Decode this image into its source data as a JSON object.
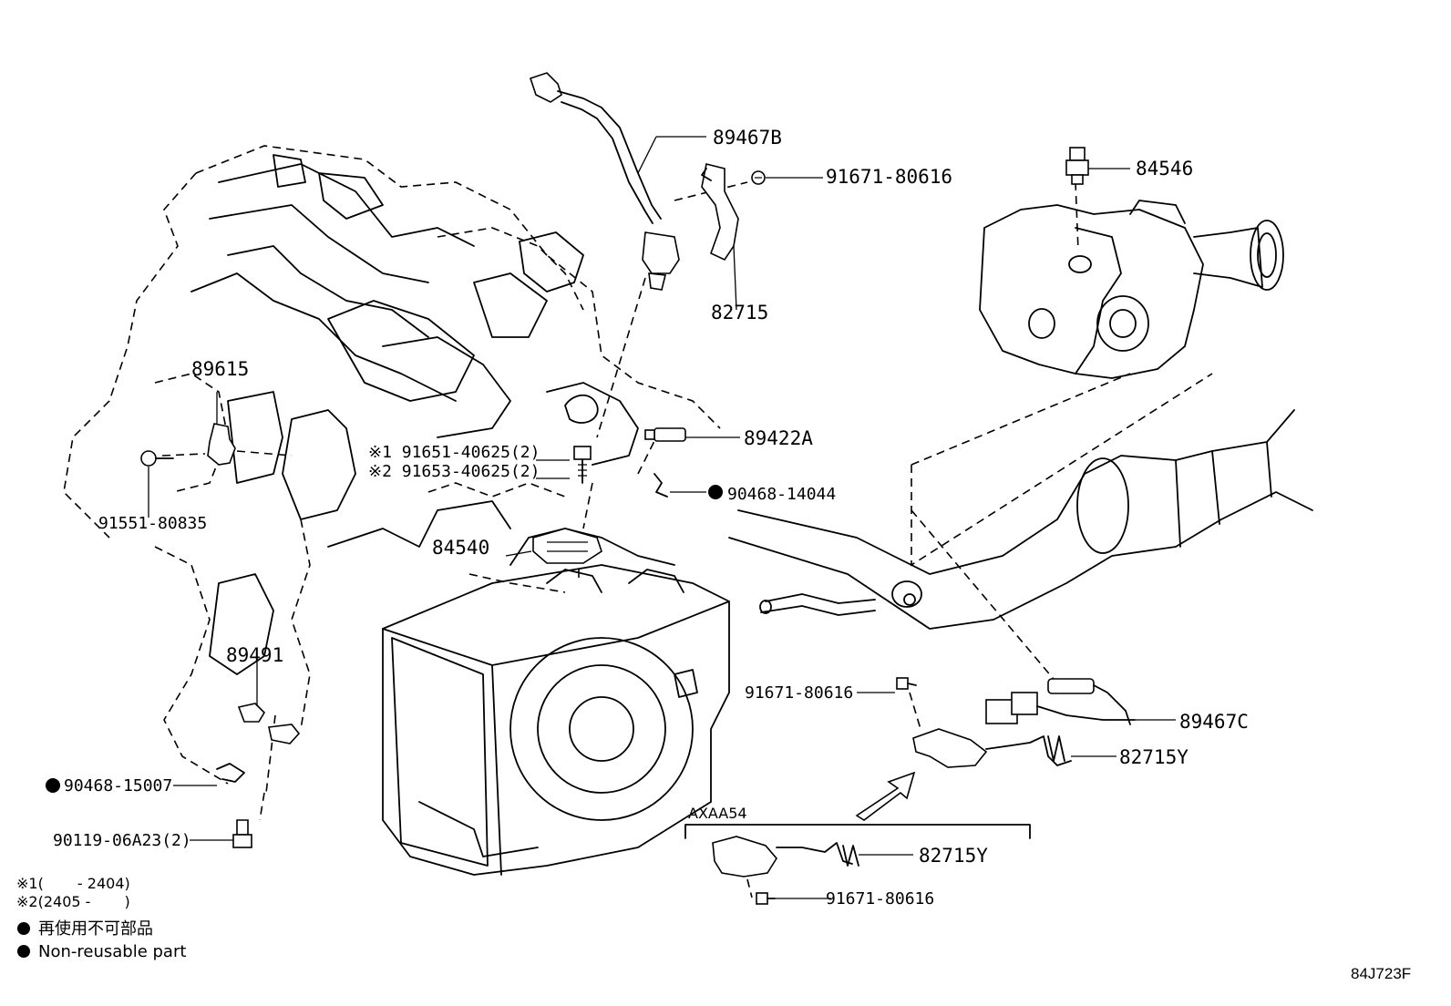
{
  "diagram": {
    "labels": {
      "p89467B": "89467B",
      "p91671_top": "91671-80616",
      "p82715": "82715",
      "p84546": "84546",
      "p89615": "89615",
      "p89422A": "89422A",
      "p91651": "※1 91651-40625(2)",
      "p91653": "※2 91653-40625(2)",
      "p90468_14044": "90468-14044",
      "p91551": "91551-80835",
      "p84540": "84540",
      "p89491": "89491",
      "p91671_mid": "91671-80616",
      "p89467C": "89467C",
      "p82715Y_a": "82715Y",
      "p90468_15007": "90468-15007",
      "p90119": "90119-06A23(2)",
      "p82715Y_b": "82715Y",
      "p91671_bot": "91671-80616",
      "axaa54": "AXAA54"
    },
    "notes": {
      "note1": "※1(　　 - 2404)",
      "note2": "※2(2405 - 　　)",
      "legend_jp": "再使用不可部品",
      "legend_en": "Non-reusable part"
    },
    "illustration_code": "84J723F"
  }
}
